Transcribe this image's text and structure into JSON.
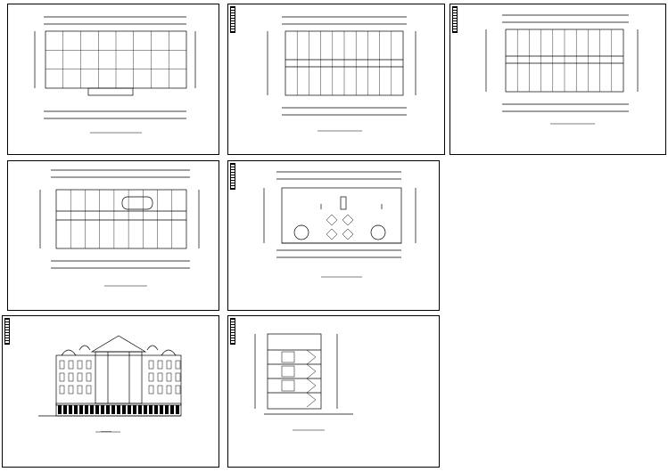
{
  "sheets": [
    {
      "id": "plan-1",
      "kind": "floor-plan",
      "caption": ""
    },
    {
      "id": "plan-2",
      "kind": "floor-plan",
      "caption": ""
    },
    {
      "id": "plan-3",
      "kind": "floor-plan",
      "caption": ""
    },
    {
      "id": "plan-4",
      "kind": "floor-plan",
      "caption": ""
    },
    {
      "id": "roof-plan",
      "kind": "roof-plan",
      "caption": ""
    },
    {
      "id": "front-elevation",
      "kind": "elevation",
      "caption": "一一一"
    },
    {
      "id": "section",
      "kind": "section",
      "caption": ""
    }
  ],
  "colors": {
    "line": "#000000",
    "background": "#ffffff"
  }
}
